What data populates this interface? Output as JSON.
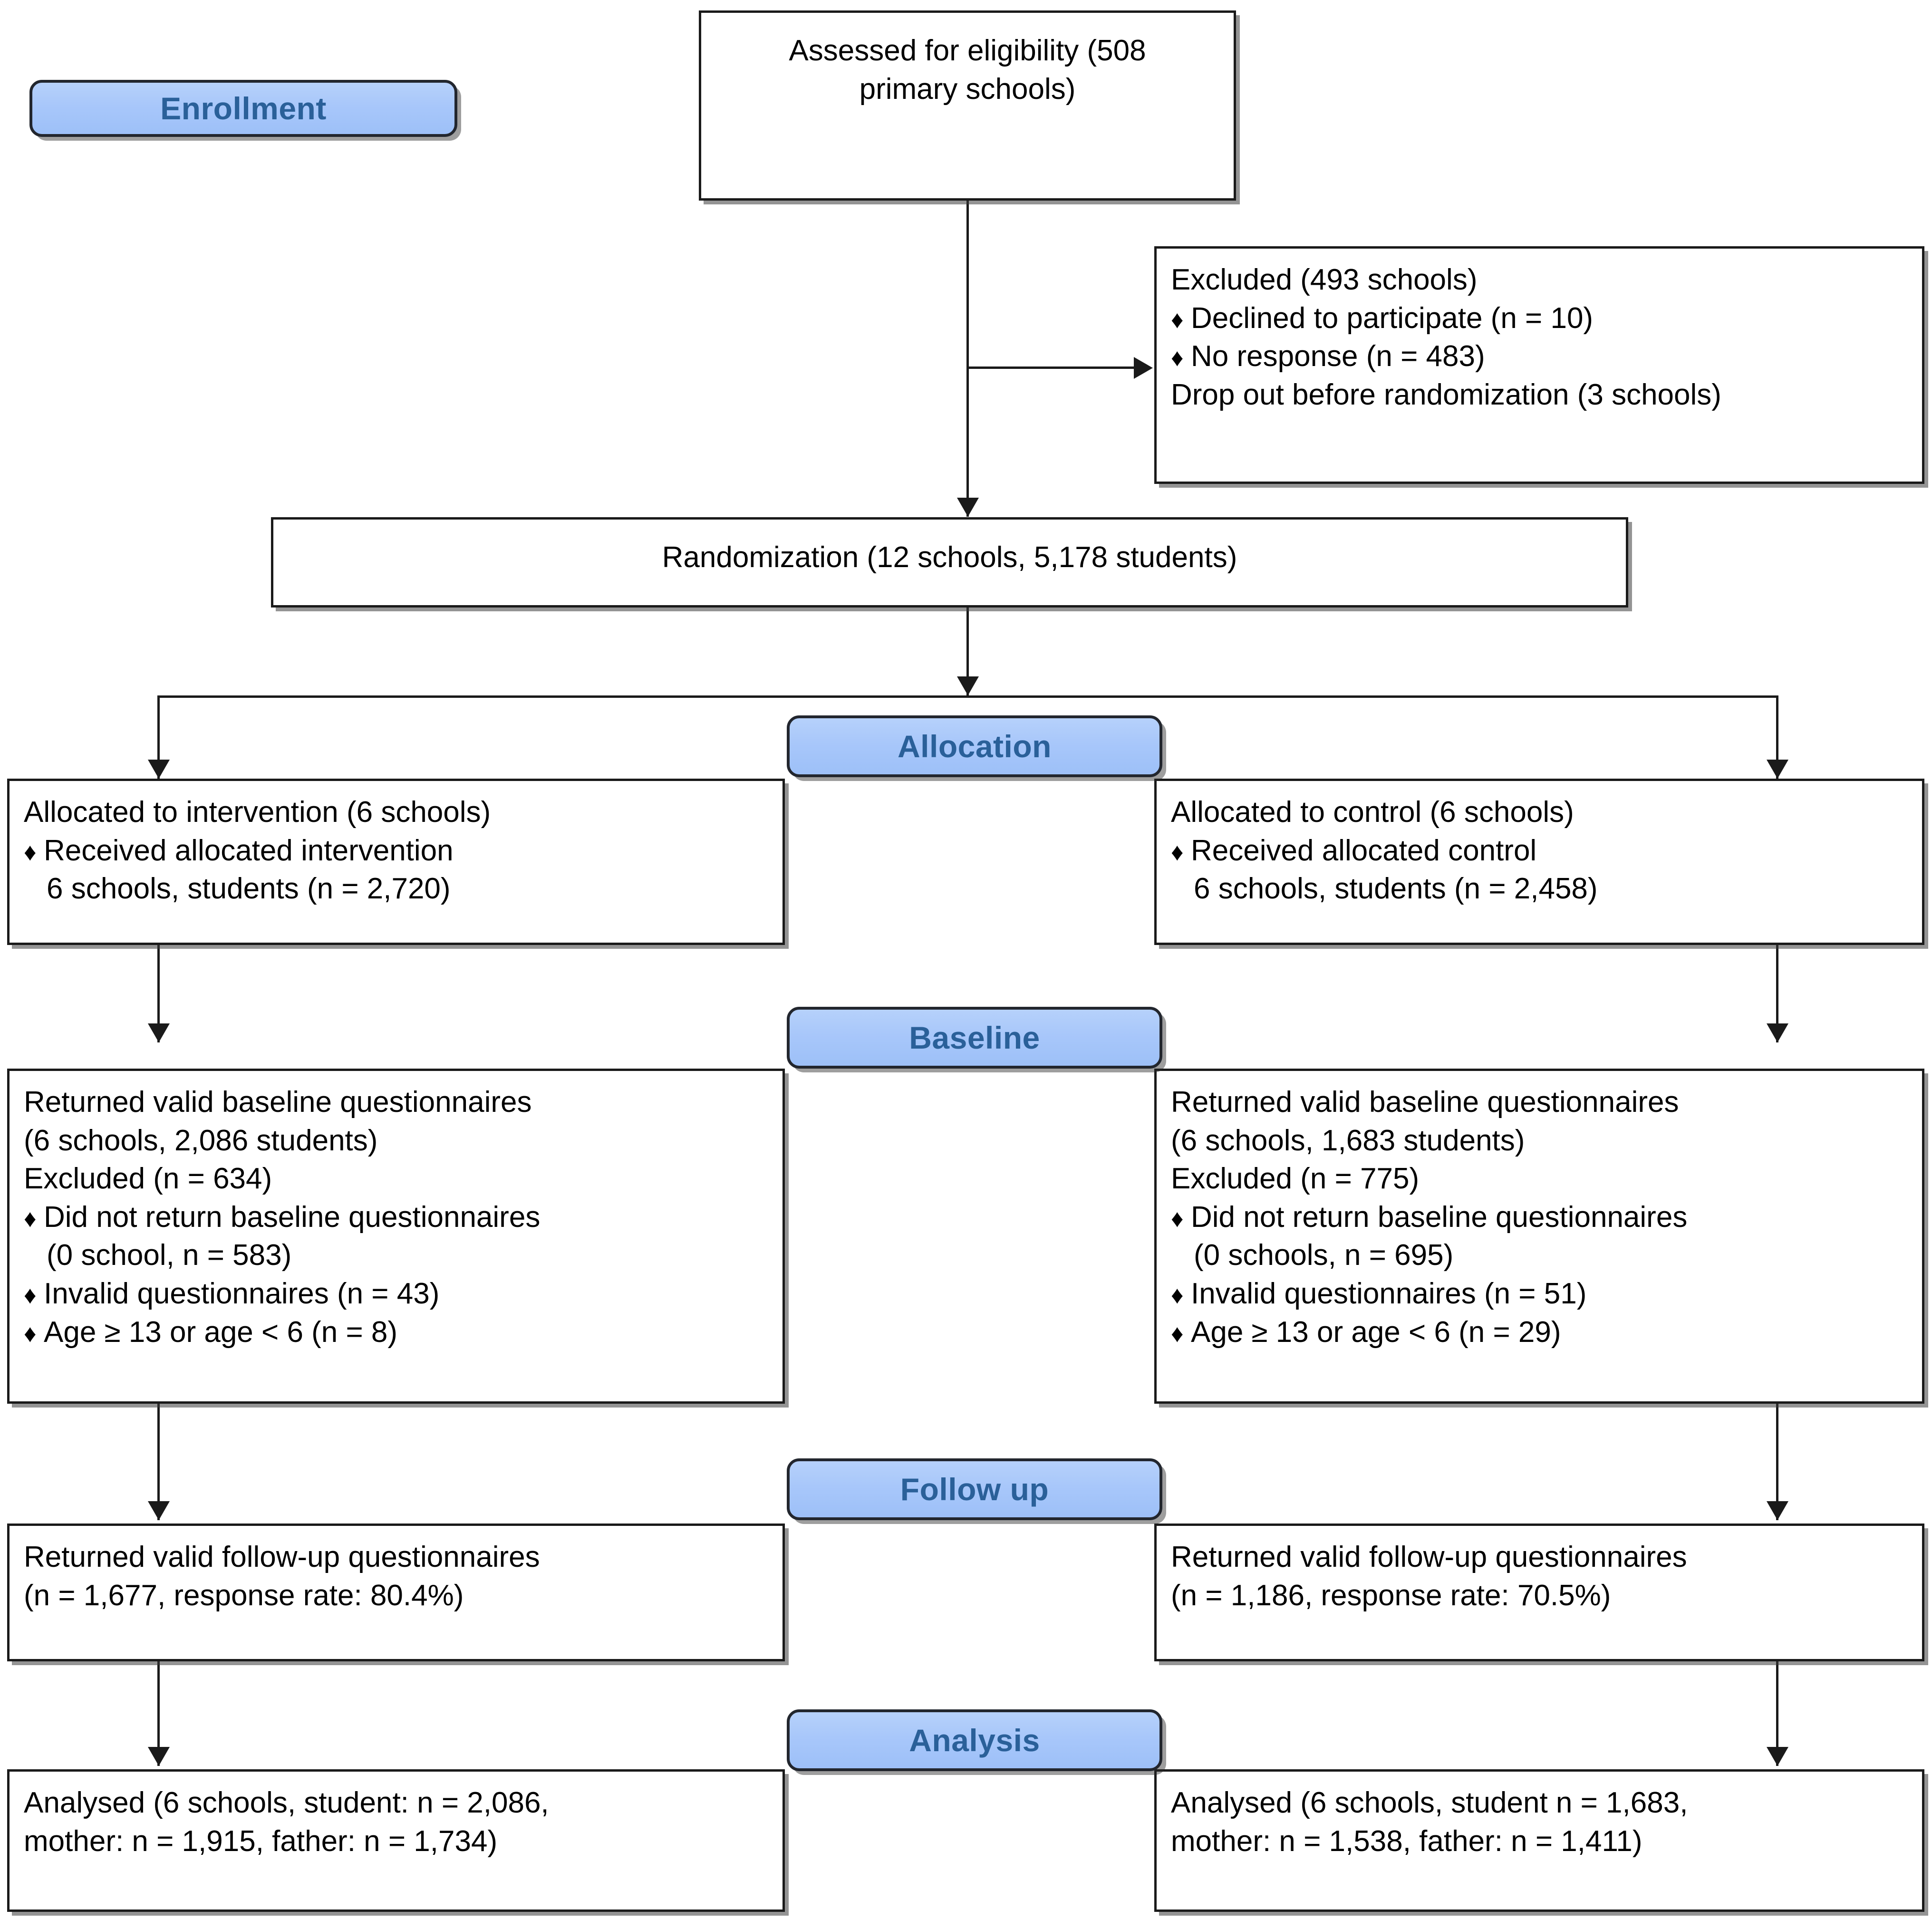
{
  "diagram": {
    "type": "consort-flow-diagram",
    "accent_blue_fill": "#a8c7fa",
    "accent_blue_text": "#2a6099",
    "box_border": "#1a1a1a",
    "bullet_glyph": "♦"
  },
  "stages": {
    "enrollment": "Enrollment",
    "allocation": "Allocation",
    "baseline": "Baseline",
    "followup": "Follow up",
    "analysis": "Analysis"
  },
  "enrollment": {
    "assessed": {
      "line1": "Assessed for eligibility (508",
      "line2": "primary schools)"
    },
    "excluded": {
      "line1": "Excluded (493 schools)",
      "bullet1": "Declined to participate (n = 10)",
      "bullet2": "No response (n = 483)",
      "line2": "Drop out before randomization (3 schools)"
    },
    "randomization": "Randomization (12 schools, 5,178 students)"
  },
  "allocation": {
    "left": {
      "line1": "Allocated to intervention (6 schools)",
      "bullet1": "Received allocated intervention",
      "line2": "6 schools, students (n = 2,720)"
    },
    "right": {
      "line1": "Allocated to control (6 schools)",
      "bullet1": "Received allocated control",
      "line2": "6 schools, students (n = 2,458)"
    }
  },
  "baseline": {
    "left": {
      "line1": "Returned valid baseline questionnaires",
      "line2": "(6 schools, 2,086 students)",
      "line3": "Excluded (n = 634)",
      "bullet1": "Did not return baseline questionnaires",
      "bullet1_cont": "(0 school, n = 583)",
      "bullet2": "Invalid questionnaires (n = 43)",
      "bullet3": "Age ≥ 13 or age < 6 (n = 8)"
    },
    "right": {
      "line1": "Returned valid baseline questionnaires",
      "line2": "(6 schools, 1,683 students)",
      "line3": "Excluded (n = 775)",
      "bullet1": "Did not return baseline questionnaires",
      "bullet1_cont": "(0 schools, n = 695)",
      "bullet2": "Invalid questionnaires (n = 51)",
      "bullet3": "Age ≥ 13 or age < 6 (n = 29)"
    }
  },
  "followup": {
    "left": {
      "line1": "Returned valid follow-up questionnaires",
      "line2": "(n = 1,677, response rate: 80.4%)"
    },
    "right": {
      "line1": "Returned valid follow-up questionnaires",
      "line2": "(n = 1,186, response rate: 70.5%)"
    }
  },
  "analysis": {
    "left": {
      "line1": "Analysed (6 schools, student: n = 2,086,",
      "line2": "mother: n = 1,915, father: n = 1,734)"
    },
    "right": {
      "line1": "Analysed (6 schools, student n = 1,683,",
      "line2": "mother: n = 1,538, father: n = 1,411)"
    }
  }
}
